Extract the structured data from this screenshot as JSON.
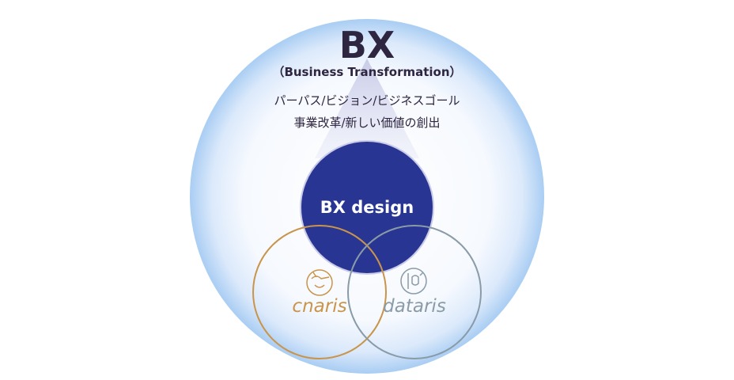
{
  "title": "BX",
  "subtitle": "（Business Transformation）",
  "line1": "パーパス/ビジョン/ビジネスゴール",
  "line2": "事業改革/新しい価値の創出",
  "center_label": "BX design",
  "brand_left": "cnaris",
  "brand_right": "dataris",
  "colors": {
    "core": "#283593",
    "gold": "#c8954a",
    "gray": "#8a9ba8",
    "text": "#2e2640"
  }
}
